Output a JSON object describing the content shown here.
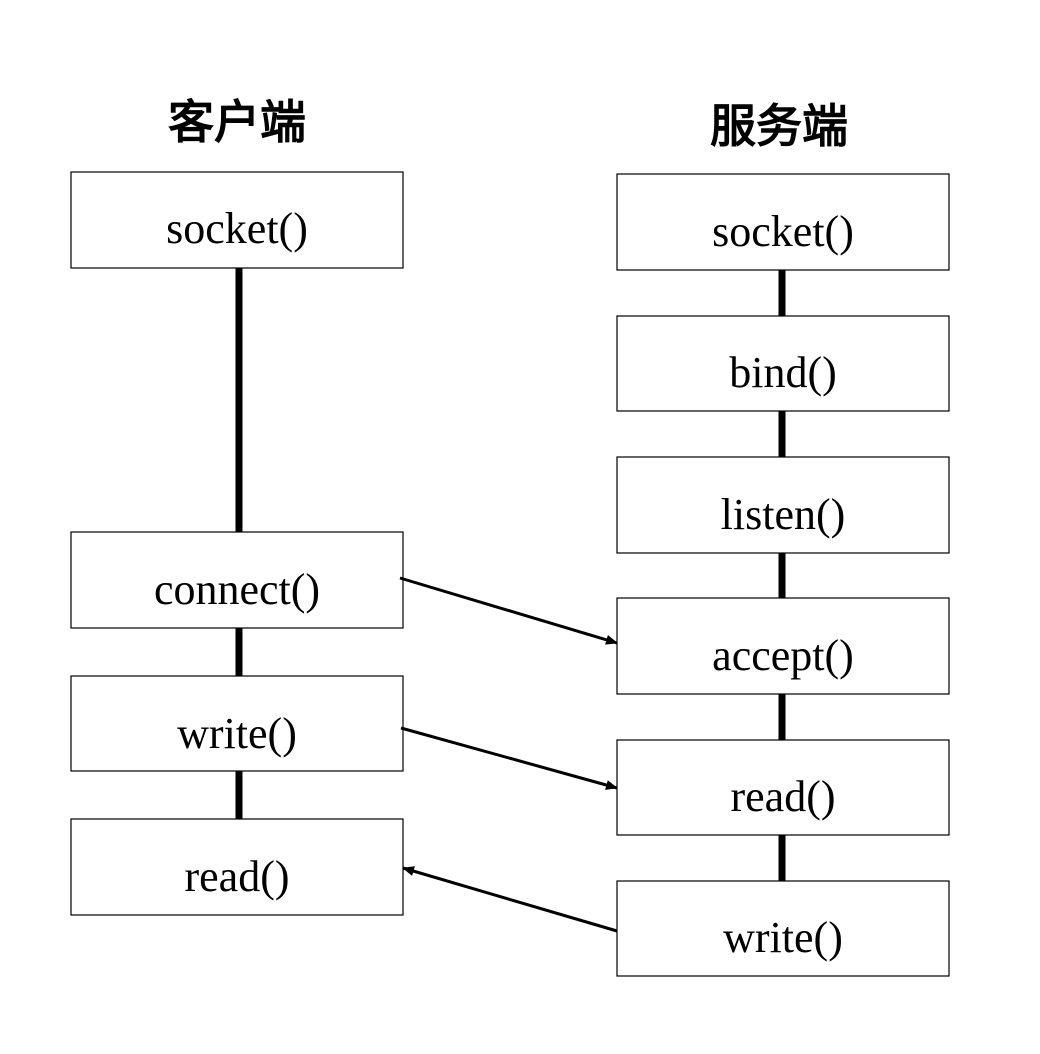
{
  "client": {
    "title": "客户端",
    "steps": [
      {
        "id": "client-socket",
        "label": "socket()"
      },
      {
        "id": "client-connect",
        "label": "connect()"
      },
      {
        "id": "client-write",
        "label": "write()"
      },
      {
        "id": "client-read",
        "label": "read()"
      }
    ]
  },
  "server": {
    "title": "服务端",
    "steps": [
      {
        "id": "server-socket",
        "label": "socket()"
      },
      {
        "id": "server-bind",
        "label": "bind()"
      },
      {
        "id": "server-listen",
        "label": "listen()"
      },
      {
        "id": "server-accept",
        "label": "accept()"
      },
      {
        "id": "server-read",
        "label": "read()"
      },
      {
        "id": "server-write",
        "label": "write()"
      }
    ]
  },
  "messages": [
    {
      "from": "client-connect",
      "to": "server-accept"
    },
    {
      "from": "client-write",
      "to": "server-read"
    },
    {
      "from": "server-write",
      "to": "client-read"
    }
  ]
}
